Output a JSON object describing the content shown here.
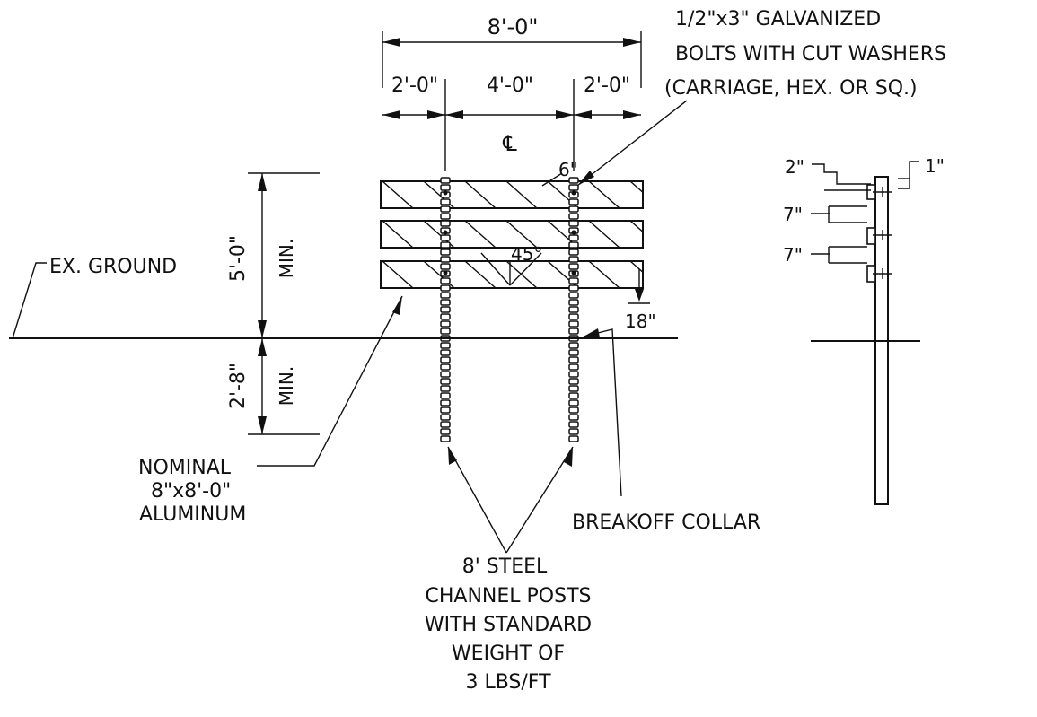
{
  "dimensions": {
    "overall_width": "8'-0\"",
    "left_offset": "2'-0\"",
    "center_span": "4'-0\"",
    "right_offset": "2'-0\"",
    "centerline": "℄",
    "bolt_spacing": "6\"",
    "angle": "45°",
    "height_above_ground": "5'-0\"",
    "height_min": "MIN.",
    "embed_depth": "2'-8\"",
    "embed_min": "MIN.",
    "bottom_clearance": "18\""
  },
  "labels": {
    "bolts_line1": "1/2\"x3\" GALVANIZED",
    "bolts_line2": "BOLTS WITH CUT WASHERS",
    "bolts_line3": "(CARRIAGE, HEX. OR SQ.)",
    "ground": "EX. GROUND",
    "panel_line1": "NOMINAL",
    "panel_line2": "8\"x8'-0\"",
    "panel_line3": "ALUMINUM",
    "collar": "BREAKOFF COLLAR",
    "posts_line1": "8' STEEL",
    "posts_line2": "CHANNEL POSTS",
    "posts_line3": "WITH STANDARD",
    "posts_line4": "WEIGHT OF",
    "posts_line5": "3 LBS/FT"
  },
  "side_view": {
    "top_offset": "2\"",
    "edge_offset": "1\"",
    "spacing_1": "7\"",
    "spacing_2": "7\""
  }
}
